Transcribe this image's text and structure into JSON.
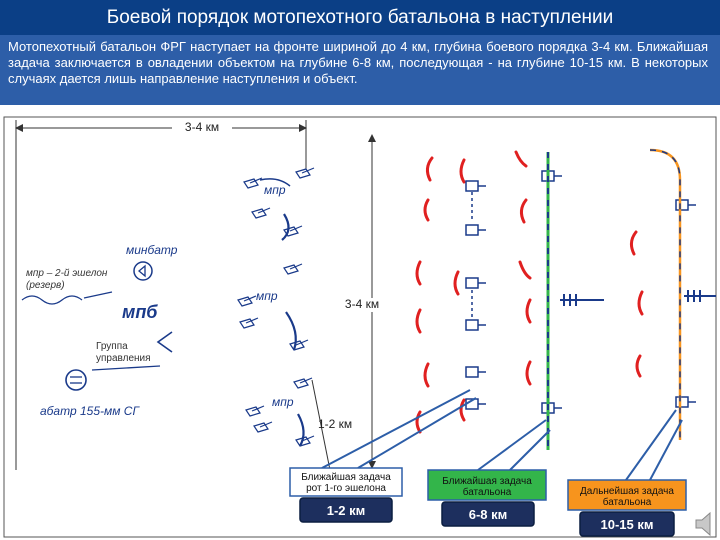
{
  "title": "Боевой порядок мотопехотного батальона в наступлении",
  "description": "Мотопехотный батальон ФРГ наступает на фронте шириной до 4 км, глубина боевого порядка 3-4 км. Ближайшая задача заключается в овладении объектом на глубине 6-8 км, последующая - на глубине 10-15 км. В некоторых случаях дается лишь направление наступления и объект.",
  "labels": {
    "front_width": "3-4 км",
    "depth": "3-4 км",
    "mpr_top": "мпр",
    "mpr_mid": "мпр",
    "mpr_bottom": "мпр",
    "minbatr": "минбатр",
    "reserve_line1": "мпр – 2-й эшелон",
    "reserve_line2": "(резерв)",
    "mpb": "мпб",
    "group_line1": "Группа",
    "group_line2": "управления",
    "artillery": "абатр 155-мм СГ",
    "echelon_gap": "1-2 км"
  },
  "callouts": [
    {
      "title_line1": "Ближайшая задача",
      "title_line2": "рот 1-го эшелона",
      "value": "1-2 км",
      "color": "#ffffff"
    },
    {
      "title_line1": "Ближайшая задача",
      "title_line2": "батальона",
      "value": "6-8 км",
      "color": "#33b54a"
    },
    {
      "title_line1": "Дальнейшая задача",
      "title_line2": "батальона",
      "value": "10-15 км",
      "color": "#f7941d"
    }
  ],
  "colors": {
    "title_bg": "#0b3f86",
    "desc_bg": "#2d5ea8",
    "enemy": "#e02020",
    "own": "#1a3a8a"
  }
}
